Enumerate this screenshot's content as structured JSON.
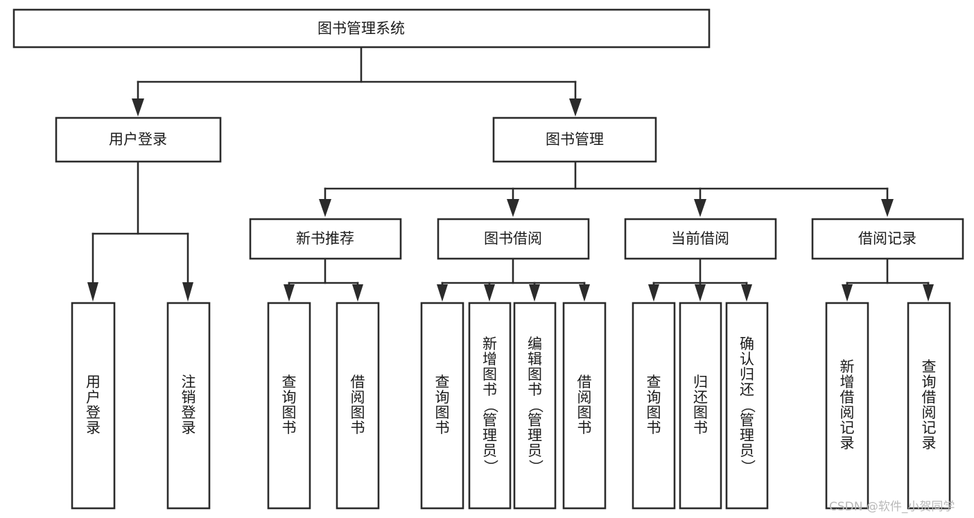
{
  "diagram": {
    "title": "图书管理系统",
    "type": "hierarchy-tree",
    "watermark": "CSDN @软件_小贺同学",
    "colors": {
      "box_stroke": "#2b2b2b",
      "box_fill": "#ffffff",
      "text": "#1b1b1b",
      "connector": "#2b2b2b",
      "watermark": "#b9b9b9",
      "background": "#ffffff"
    },
    "root": {
      "label": "图书管理系统"
    },
    "level1": [
      {
        "label": "用户登录"
      },
      {
        "label": "图书管理"
      }
    ],
    "level2": [
      {
        "label": "新书推荐"
      },
      {
        "label": "图书借阅"
      },
      {
        "label": "当前借阅"
      },
      {
        "label": "借阅记录"
      }
    ],
    "leaves": {
      "user_login": [
        {
          "label": "用户登录"
        },
        {
          "label": "注销登录"
        }
      ],
      "new_book_recommend": [
        {
          "label": "查询图书"
        },
        {
          "label": "借阅图书"
        }
      ],
      "book_borrow": [
        {
          "label": "查询图书"
        },
        {
          "label": "新增图书（管理员）"
        },
        {
          "label": "编辑图书（管理员）"
        },
        {
          "label": "借阅图书"
        }
      ],
      "current_borrow": [
        {
          "label": "查询图书"
        },
        {
          "label": "归还图书"
        },
        {
          "label": "确认归还（管理员）"
        }
      ],
      "borrow_record": [
        {
          "label": "新增借阅记录"
        },
        {
          "label": "查询借阅记录"
        }
      ]
    }
  }
}
